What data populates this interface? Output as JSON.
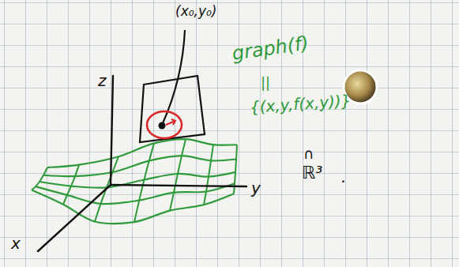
{
  "diagram": {
    "labels": [
      "(x₀,y₀)",
      "z",
      "graph(f)",
      "||",
      "{(x,y,f(x,y))}",
      "∩",
      "ℝ³",
      ".",
      "y",
      "x"
    ]
  }
}
